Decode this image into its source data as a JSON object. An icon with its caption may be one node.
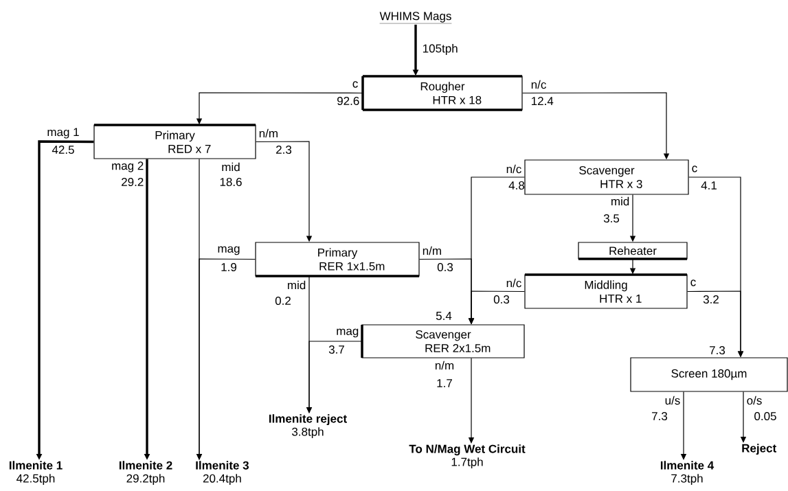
{
  "diagram": {
    "nodes": [
      {
        "text": [
          "WHIMS Mags"
        ]
      },
      {
        "text": [
          "Rougher",
          "HTR   x 18"
        ]
      },
      {
        "text": [
          "Primary",
          "RED   x 7"
        ]
      },
      {
        "text": [
          "Scavenger",
          "HTR   x 3"
        ]
      },
      {
        "text": [
          "Primary",
          "RER   1x1.5m"
        ]
      },
      {
        "text": [
          "Reheater"
        ]
      },
      {
        "text": [
          "Middling",
          "HTR   x 1"
        ]
      },
      {
        "text": [
          "Scavenger",
          "RER   2x1.5m"
        ],
        "beside": [
          "5.4"
        ]
      },
      {
        "text": [
          "Screen 180µm"
        ],
        "beside": [
          "7.3"
        ]
      },
      {
        "text": [
          "Ilmenite 1",
          "42.5tph"
        ]
      },
      {
        "text": [
          "Ilmenite 2",
          "29.2tph"
        ]
      },
      {
        "text": [
          "Ilmenite 3",
          "20.4tph"
        ]
      },
      {
        "text": [
          "Ilmenite reject",
          "3.8tph"
        ]
      },
      {
        "text": [
          "To N/Mag Wet Circuit",
          "1.7tph"
        ]
      },
      {
        "text": [
          "Reject"
        ]
      },
      {
        "text": [
          "Ilmenite 4",
          "7.3tph"
        ]
      }
    ],
    "edges": [
      {
        "from": 0,
        "to": 1,
        "arrow": "to",
        "label": "105tph",
        "style": "thick"
      },
      {
        "from": 1,
        "to": 2,
        "arrow": "to",
        "label": "c"
      },
      {
        "from": 1,
        "to": 3,
        "arrow": "to",
        "label": "n/c"
      },
      {
        "from": 2,
        "to": 9,
        "arrow": "to",
        "label": "mag 1",
        "style": "thick"
      },
      {
        "from": 2,
        "to": 10,
        "arrow": "to",
        "label": "mag 2",
        "style": "thick"
      },
      {
        "from": 2,
        "to": 11,
        "arrow": "to",
        "label": "mid"
      },
      {
        "from": 2,
        "to": 4,
        "arrow": "to",
        "label": "n/m"
      },
      {
        "from": 4,
        "to": 11,
        "arrow": "to",
        "label": "mag"
      },
      {
        "from": 4,
        "to": 7,
        "arrow": "to",
        "label": "n/m"
      },
      {
        "from": 3,
        "to": 7,
        "arrow": "to",
        "label": "n/c"
      },
      {
        "from": 6,
        "to": 7,
        "arrow": "to",
        "label": "n/c"
      },
      {
        "from": 3,
        "to": 5,
        "arrow": "to",
        "label": "mid"
      },
      {
        "from": 5,
        "to": 6,
        "arrow": "to"
      },
      {
        "from": 3,
        "to": 8,
        "arrow": "to",
        "label": "c"
      },
      {
        "from": 6,
        "to": 8,
        "arrow": "to",
        "label": "c"
      },
      {
        "from": 4,
        "to": 12,
        "arrow": "to",
        "label": "mid"
      },
      {
        "from": 7,
        "to": 12,
        "arrow": "to",
        "label": "mag"
      },
      {
        "from": 7,
        "to": 13,
        "arrow": "to",
        "label": "n/m"
      },
      {
        "from": 8,
        "to": 15,
        "arrow": "to",
        "label": "u/s"
      },
      {
        "from": 8,
        "to": 14,
        "arrow": "to",
        "label": "o/s"
      }
    ],
    "labels": [
      "92.6",
      "12.4",
      "42.5",
      "2.3",
      "29.2",
      "18.6",
      "4.8",
      "4.1",
      "3.5",
      "1.9",
      "0.3",
      "0.2",
      "0.3",
      "3.2",
      "3.7",
      "1.7",
      "7.3",
      "0.05"
    ]
  }
}
